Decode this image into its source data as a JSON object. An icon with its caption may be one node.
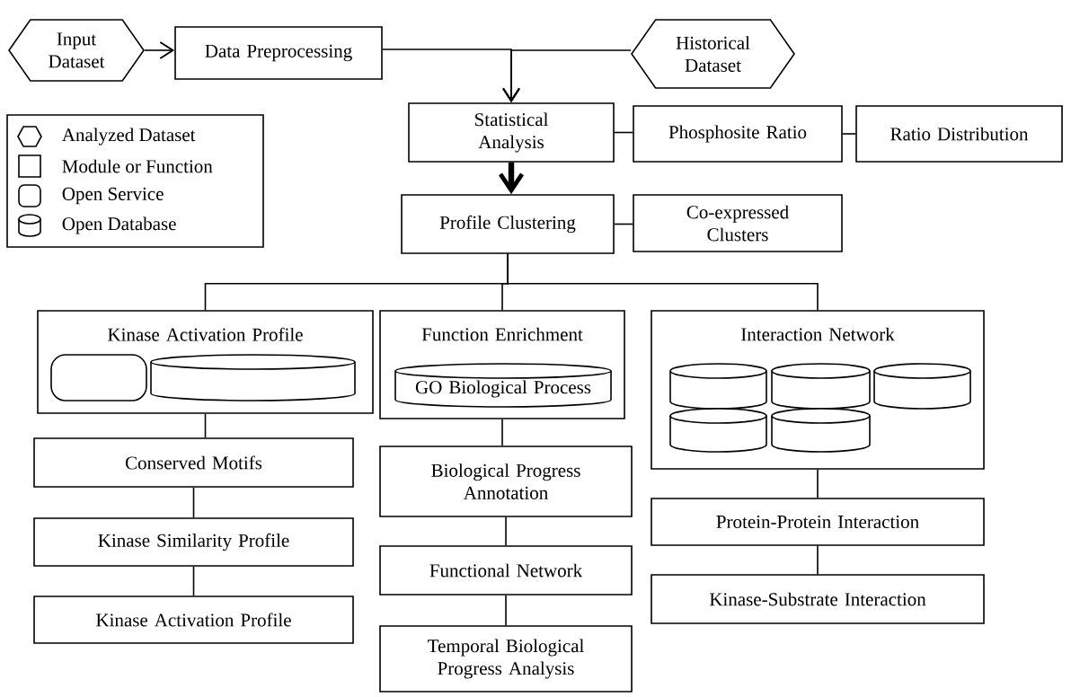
{
  "diagram": {
    "nodes": [
      {
        "text": [
          "Input Dataset"
        ]
      },
      {
        "text": [
          "Data Preprocessing"
        ]
      },
      {
        "text": [
          "Historical Dataset"
        ]
      },
      {
        "text": [
          "Statistical Analysis"
        ]
      },
      {
        "text": [
          "Phosphosite Ratio"
        ]
      },
      {
        "text": [
          "Ratio Distribution"
        ]
      },
      {
        "text": [
          "Profile Clustering"
        ]
      },
      {
        "text": [
          "Co-expressed Clusters"
        ]
      },
      {
        "text": [
          "Kinase Activation Profile"
        ]
      },
      {
        "text": [],
        "shape": "box",
        "in": 8
      },
      {
        "text": [],
        "shape": "cylinder",
        "in": 8
      },
      {
        "text": [
          "Function Enrichment"
        ]
      },
      {
        "text": [
          "GO Biological Process"
        ],
        "in": 11
      },
      {
        "text": [
          "Interaction Network"
        ]
      },
      {
        "text": [],
        "shape": "cylinder",
        "in": 13
      },
      {
        "text": [],
        "shape": "cylinder",
        "in": 13
      },
      {
        "text": [],
        "shape": "cylinder",
        "in": 13
      },
      {
        "text": [],
        "shape": "cylinder",
        "in": 13
      },
      {
        "text": [],
        "shape": "cylinder",
        "in": 13
      },
      {
        "text": [
          "Conserved Motifs"
        ]
      },
      {
        "text": [
          "Kinase Similarity Profile"
        ]
      },
      {
        "text": [
          "Kinase Activation Profile"
        ]
      },
      {
        "text": [
          "Biological Progress Annotation"
        ]
      },
      {
        "text": [
          "Functional Network"
        ]
      },
      {
        "text": [
          "Temporal Biological Progress Analysis"
        ]
      },
      {
        "text": [
          "Protein-Protein Interaction"
        ]
      },
      {
        "text": [
          "Kinase-Substrate Interaction"
        ]
      }
    ],
    "edges": [
      {
        "from": 0,
        "to": 1,
        "arrow": "to"
      },
      {
        "from": 1,
        "to": 3,
        "arrow": "to"
      },
      {
        "from": 2,
        "to": 3,
        "arrow": "to"
      },
      {
        "from": 3,
        "to": 4,
        "arrow": "none"
      },
      {
        "from": 4,
        "to": 5,
        "arrow": "none"
      },
      {
        "from": 3,
        "to": 6,
        "arrow": "to",
        "style": "thick"
      },
      {
        "from": 6,
        "to": 7,
        "arrow": "none"
      },
      {
        "from": 6,
        "to": 8,
        "arrow": "none"
      },
      {
        "from": 6,
        "to": 11,
        "arrow": "none"
      },
      {
        "from": 6,
        "to": 13,
        "arrow": "none"
      },
      {
        "from": 8,
        "to": 19,
        "arrow": "none"
      },
      {
        "from": 19,
        "to": 20,
        "arrow": "none"
      },
      {
        "from": 20,
        "to": 21,
        "arrow": "none"
      },
      {
        "from": 11,
        "to": 22,
        "arrow": "none"
      },
      {
        "from": 22,
        "to": 23,
        "arrow": "none"
      },
      {
        "from": 23,
        "to": 24,
        "arrow": "none"
      },
      {
        "from": 13,
        "to": 25,
        "arrow": "none"
      },
      {
        "from": 25,
        "to": 26,
        "arrow": "none"
      }
    ],
    "legend": [
      {
        "text": "Analyzed  Dataset"
      },
      {
        "text": "Module or Function"
      },
      {
        "text": "Open Service"
      },
      {
        "text": "Open Database"
      }
    ]
  }
}
